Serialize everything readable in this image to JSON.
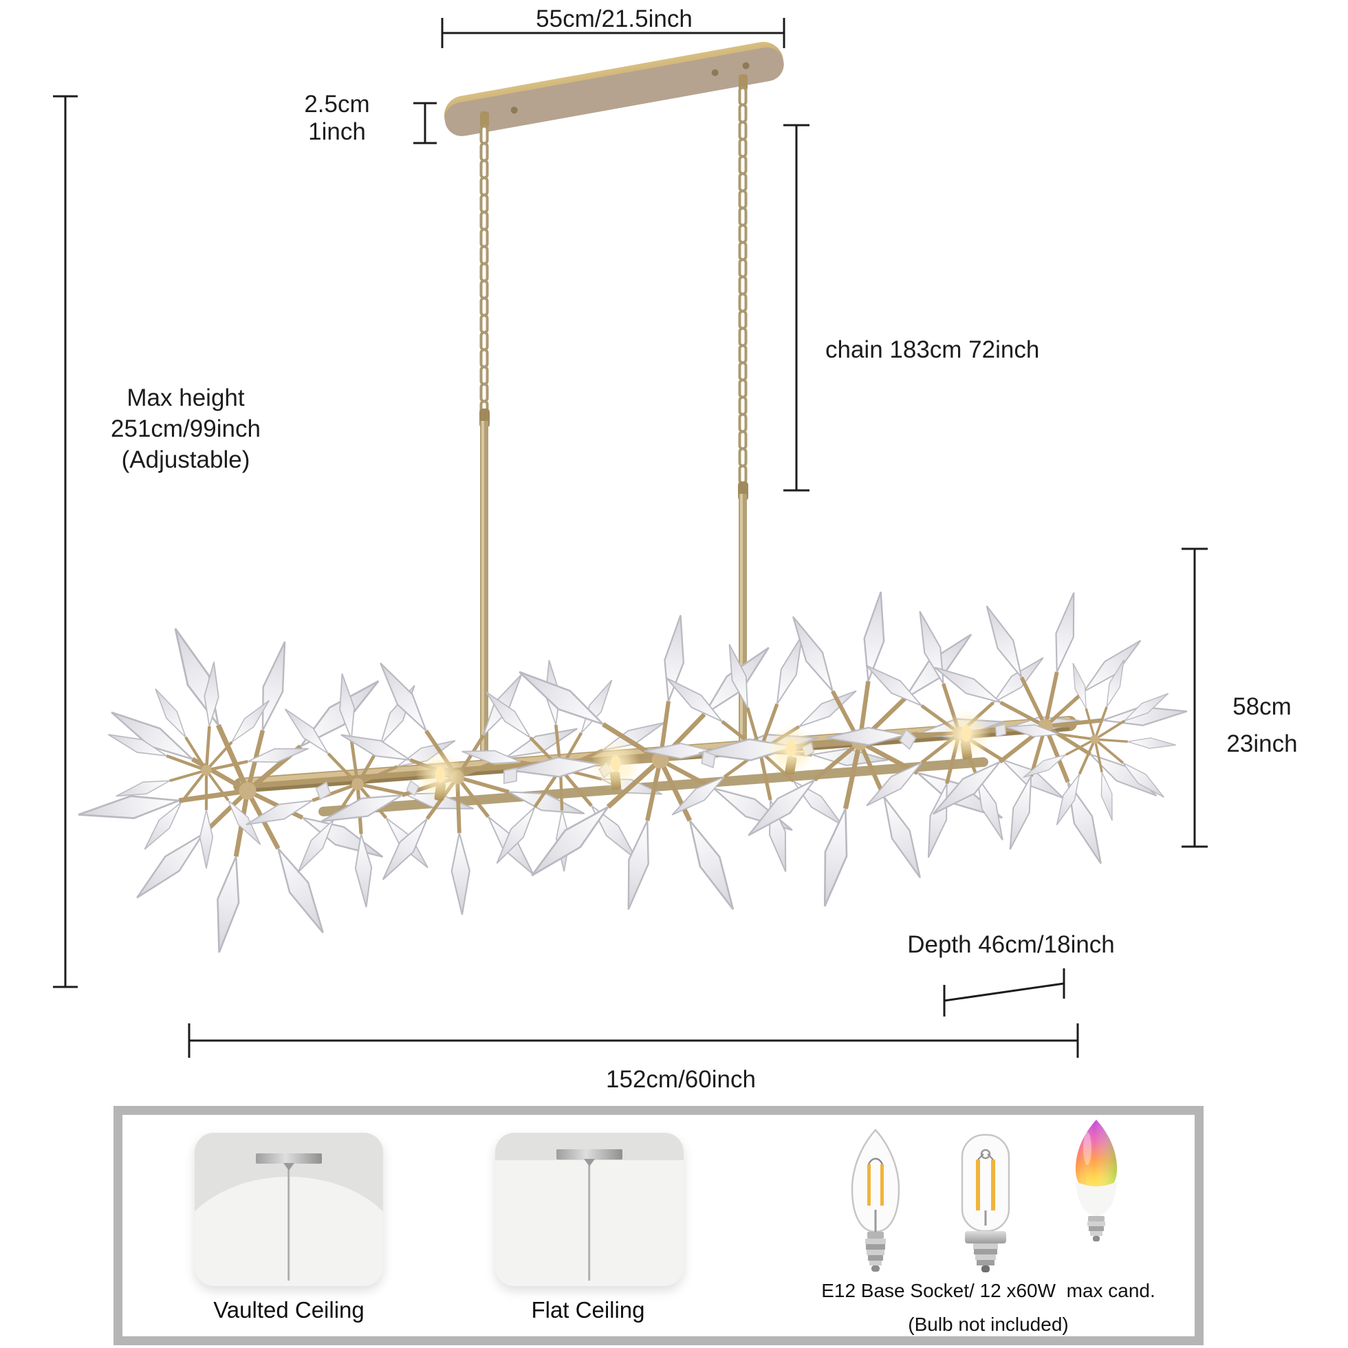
{
  "title": "Crystal branch chandelier dimension diagram",
  "dimensions": {
    "top_width": "55cm/21.5inch",
    "canopy_thickness": [
      "2.5cm",
      "1inch"
    ],
    "chain_length": "chain 183cm 72inch",
    "max_height": [
      "Max height",
      "251cm/99inch",
      "(Adjustable)"
    ],
    "fixture_height": [
      "58cm",
      "23inch"
    ],
    "fixture_depth": "Depth 46cm/18inch",
    "fixture_width": "152cm/60inch"
  },
  "info_box": {
    "mount_options": [
      {
        "label": "Vaulted Ceiling"
      },
      {
        "label": "Flat Ceiling"
      }
    ],
    "bulbs": [
      {
        "name": "filament-candle-bulb"
      },
      {
        "name": "tubular-filament-bulb"
      },
      {
        "name": "rgb-smart-candle-bulb"
      }
    ],
    "socket_text": "E12 Base Socket/ 12 x60W  max cand.",
    "bulb_note": "(Bulb not included)"
  },
  "colors": {
    "brass": "#b29a68",
    "gold_rim": "#c9ad6b",
    "canopy_face": "#b5a390",
    "crystal": "#e9e9ec",
    "dimension_line": "#1c1c1c",
    "box_border": "#b5b5b5",
    "glow": "#ffefc2"
  }
}
